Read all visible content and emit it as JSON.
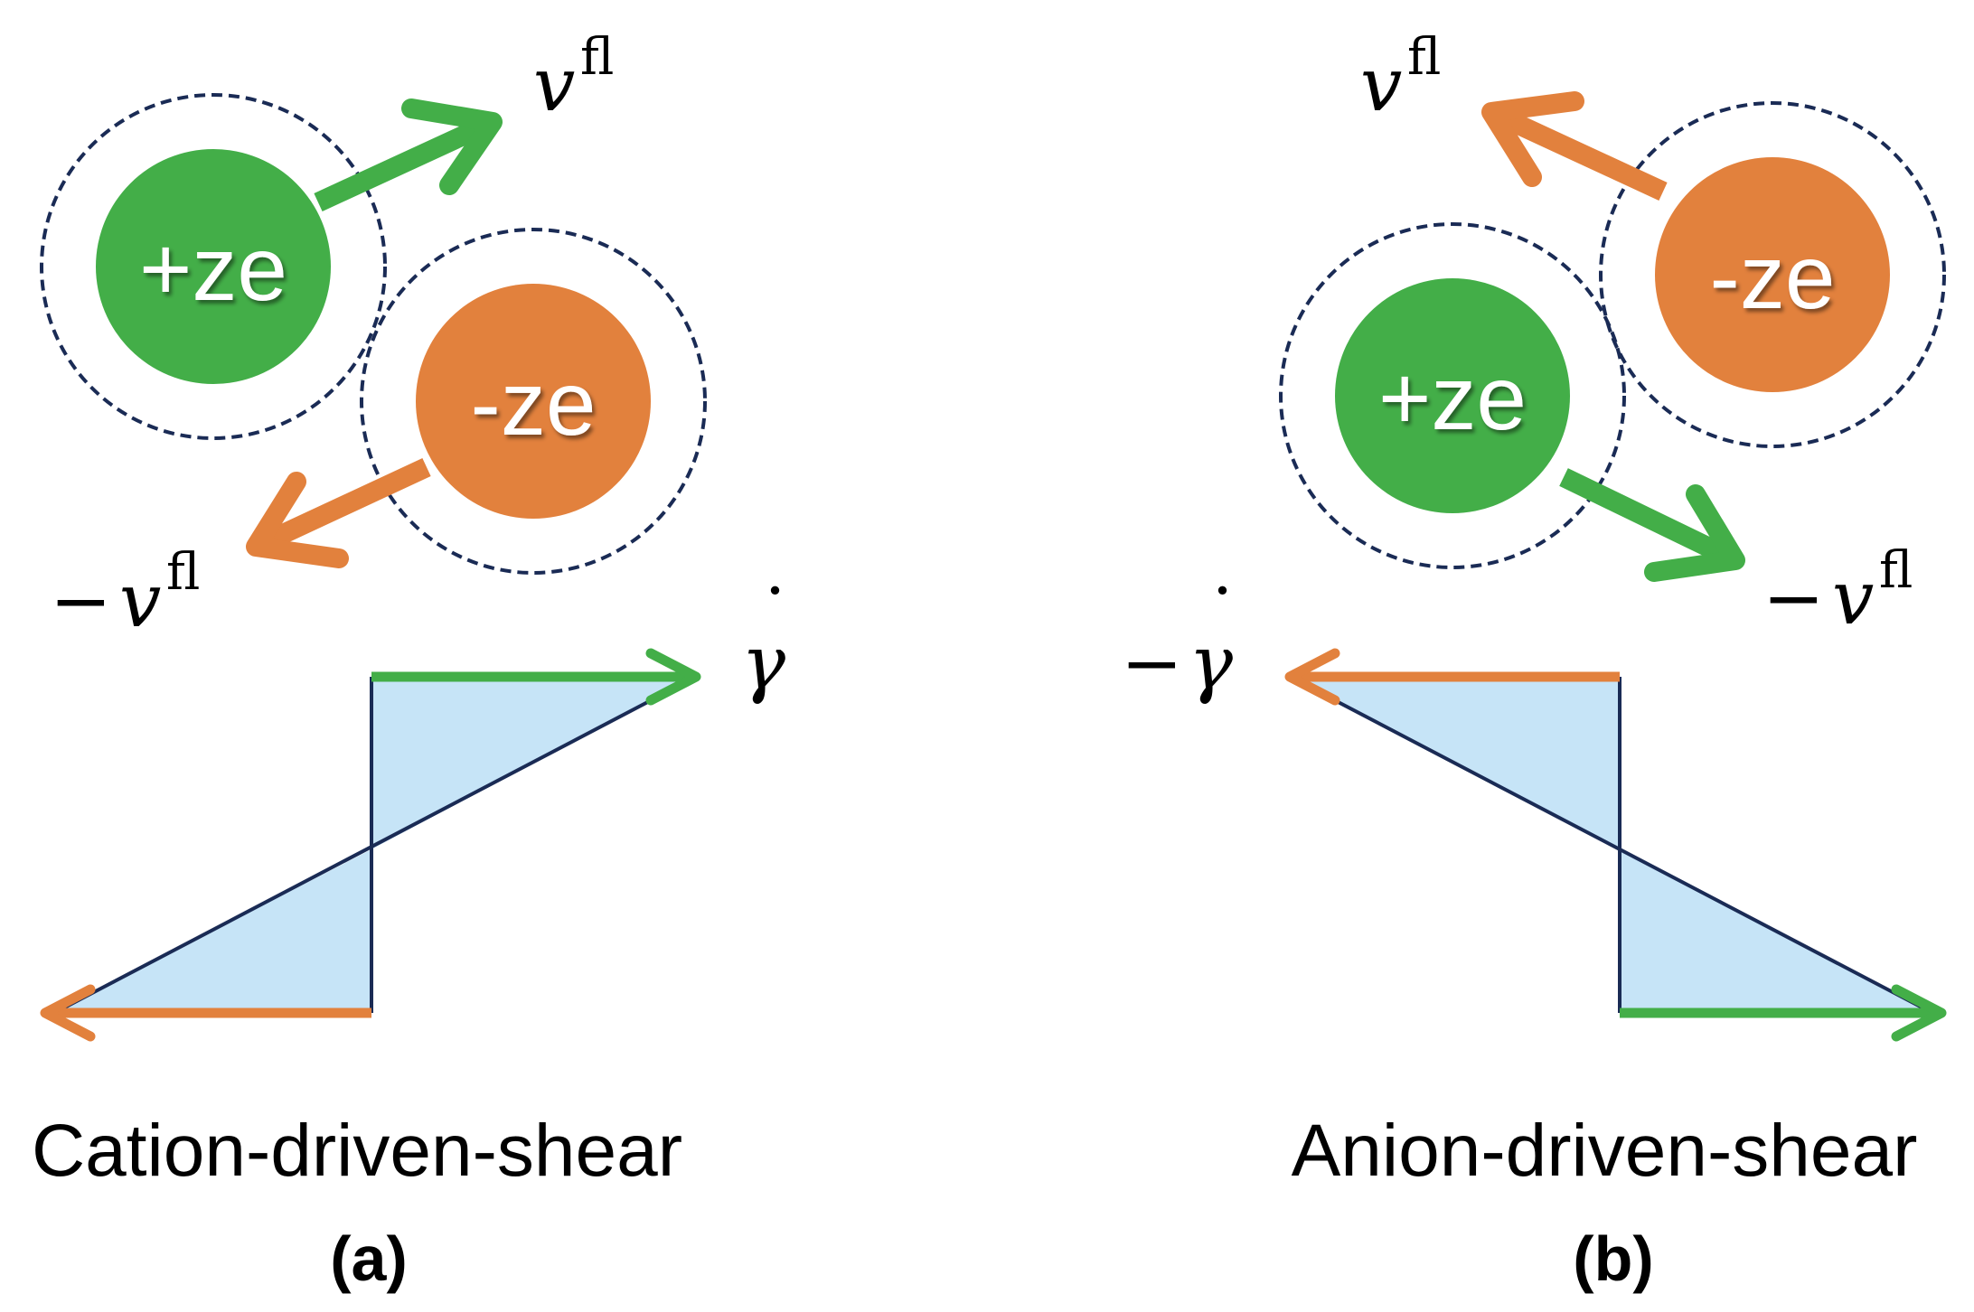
{
  "colors": {
    "cation": "#43ae48",
    "anion": "#e2813d",
    "shell": "#1a2b55",
    "profile_fill": "#c6e4f7",
    "profile_line": "#1a2b55"
  },
  "panel_a": {
    "cation_label": "+ze",
    "anion_label": "-ze",
    "cation_velocity": "v",
    "anion_velocity_sign": "−",
    "anion_velocity": "v",
    "velocity_superscript": "fl",
    "shear_rate": "γ",
    "shear_rate_dot": "˙",
    "caption": "Cation-driven-shear",
    "tag": "(a)"
  },
  "panel_b": {
    "cation_label": "+ze",
    "anion_label": "-ze",
    "anion_velocity": "v",
    "cation_velocity_sign": "−",
    "cation_velocity": "v",
    "velocity_superscript": "fl",
    "shear_rate_sign": "−",
    "shear_rate": "γ",
    "shear_rate_dot": "˙",
    "caption": "Anion-driven-shear",
    "tag": "(b)"
  }
}
